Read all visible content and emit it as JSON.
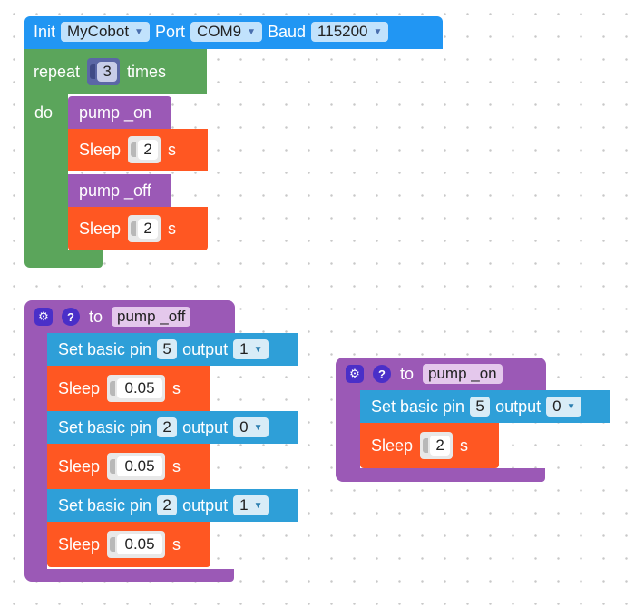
{
  "colors": {
    "init_block": "#2196f3",
    "loop_block": "#5ba55b",
    "procedure_block": "#9b59b6",
    "sleep_block": "#ff5722",
    "pin_block": "#2e9fd8"
  },
  "init_block": {
    "init_label": "Init",
    "robot": "MyCobot",
    "port_label": "Port",
    "port": "COM9",
    "baud_label": "Baud",
    "baud": "115200"
  },
  "repeat_block": {
    "repeat_label": "repeat",
    "count": "3",
    "times_label": "times",
    "do_label": "do",
    "body": [
      {
        "type": "call",
        "name": "pump _on"
      },
      {
        "type": "sleep",
        "label": "Sleep",
        "value": "2",
        "unit": "s"
      },
      {
        "type": "call",
        "name": "pump _off"
      },
      {
        "type": "sleep",
        "label": "Sleep",
        "value": "2",
        "unit": "s"
      }
    ]
  },
  "procedures": [
    {
      "to_label": "to",
      "name": "pump _off",
      "body": [
        {
          "type": "pin",
          "label": "Set basic pin",
          "pin": "5",
          "output_label": "output",
          "value": "1"
        },
        {
          "type": "sleep",
          "label": "Sleep",
          "value": "0.05",
          "unit": "s"
        },
        {
          "type": "pin",
          "label": "Set basic pin",
          "pin": "2",
          "output_label": "output",
          "value": "0"
        },
        {
          "type": "sleep",
          "label": "Sleep",
          "value": "0.05",
          "unit": "s"
        },
        {
          "type": "pin",
          "label": "Set basic pin",
          "pin": "2",
          "output_label": "output",
          "value": "1"
        },
        {
          "type": "sleep",
          "label": "Sleep",
          "value": "0.05",
          "unit": "s"
        }
      ]
    },
    {
      "to_label": "to",
      "name": "pump _on",
      "body": [
        {
          "type": "pin",
          "label": "Set basic pin",
          "pin": "5",
          "output_label": "output",
          "value": "0"
        },
        {
          "type": "sleep",
          "label": "Sleep",
          "value": "2",
          "unit": "s"
        }
      ]
    }
  ],
  "icons": {
    "gear": "gear-icon",
    "help": "help-icon",
    "dropdown": "chevron-down-icon"
  }
}
